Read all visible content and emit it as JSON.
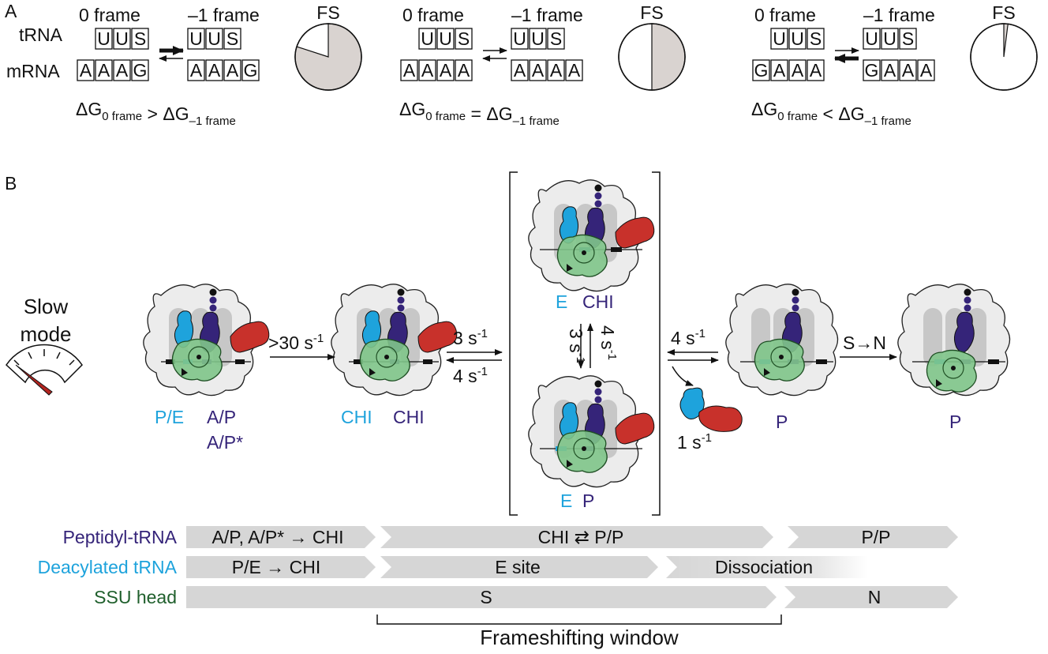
{
  "panel_a": {
    "label": "A",
    "frame0_label": "0 frame",
    "frame1_label": "–1 frame",
    "fs_label": "FS",
    "trna_label": "tRNA",
    "mrna_label": "mRNA",
    "trna_codon": [
      "U",
      "U",
      "S"
    ],
    "conditions": [
      {
        "mrna_codon": [
          "A",
          "A",
          "A",
          "G"
        ],
        "fs_fraction": 0.8,
        "dg_op": ">"
      },
      {
        "mrna_codon": [
          "A",
          "A",
          "A",
          "A"
        ],
        "fs_fraction": 0.5,
        "dg_op": "="
      },
      {
        "mrna_codon": [
          "G",
          "A",
          "A",
          "A"
        ],
        "fs_fraction": 0.02,
        "dg_op": "<"
      }
    ],
    "dg_symbol": "ΔG",
    "dg_sub_0": "0 frame",
    "dg_sub_1": "–1 frame",
    "fs_color": "#d9d3d0"
  },
  "panel_b": {
    "label": "B",
    "slow_mode": [
      "Slow",
      "mode"
    ],
    "rates": {
      "r1_base": ">30 s",
      "r2_base": "3 s",
      "r3_base": "4 s",
      "r4_base": "4 s",
      "r5_base": "3 s",
      "r6_base": "4 s",
      "r7_base": "1 s",
      "exp": "-1",
      "sn_s": "S",
      "sn_n": "N"
    },
    "states": {
      "s1_blue": "P/E",
      "s1_purple_1": "A/P",
      "s1_purple_2": "A/P*",
      "s2_blue": "CHI",
      "s2_purple": "CHI",
      "s3_blue": "E",
      "s3_purple": "CHI",
      "s4_blue": "E",
      "s4_purple": "P",
      "s5_purple": "P",
      "s6_purple": "P"
    },
    "colors": {
      "deacylated": "#1ea3dc",
      "peptidyl": "#352479",
      "ssu_head": "#1f5f2c",
      "factor": "#c8312b",
      "ssu_body": "#7fc58a",
      "ribosome": "#ececec",
      "track": "#d6d6d6",
      "gauge_needle": "#b3241f"
    }
  },
  "timeline": {
    "rows": [
      {
        "label": "Peptidyl-tRNA",
        "segments": [
          "A/P, A/P* → CHI",
          "CHI ⇄ P/P",
          "P/P"
        ]
      },
      {
        "label": "Deacylated tRNA",
        "segments": [
          "P/E → CHI",
          "E site",
          "Dissociation"
        ]
      },
      {
        "label": "SSU head",
        "segments": [
          "S",
          "N"
        ]
      }
    ],
    "window_label": "Frameshifting window"
  }
}
